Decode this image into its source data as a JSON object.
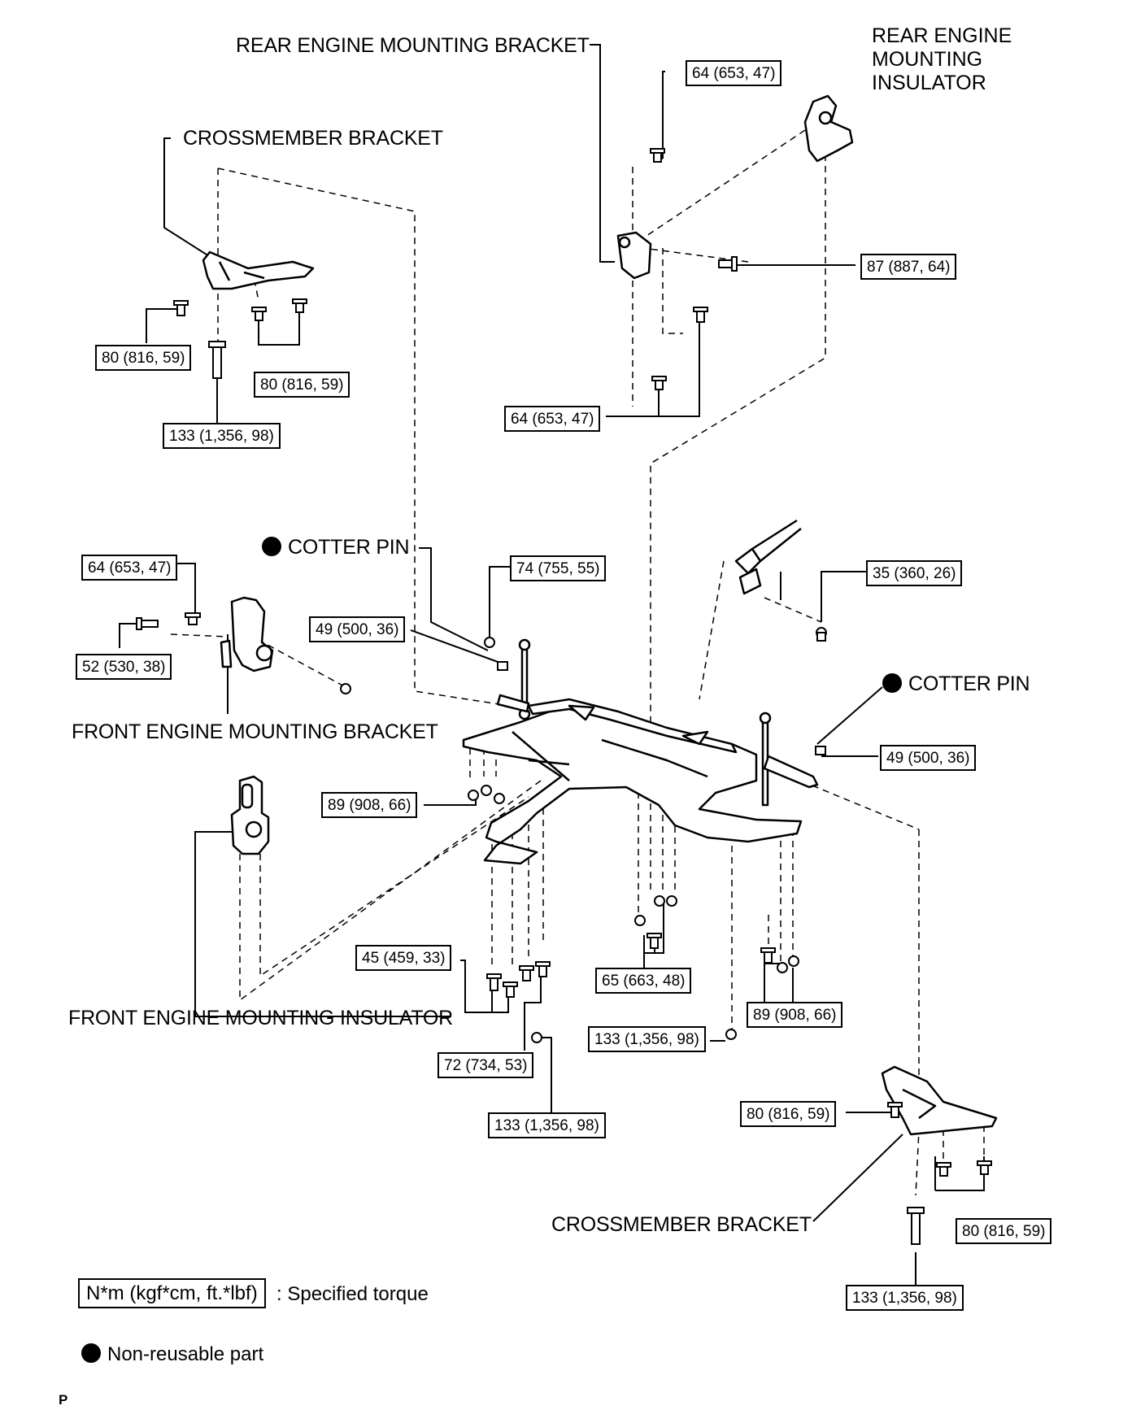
{
  "labels": {
    "rear_engine_mounting_bracket": "REAR ENGINE MOUNTING BRACKET",
    "rear_engine_mounting_insulator": [
      "REAR ENGINE",
      "MOUNTING",
      "INSULATOR"
    ],
    "crossmember_bracket_top": "CROSSMEMBER BRACKET",
    "cotter_pin_left": "COTTER PIN",
    "cotter_pin_right": "COTTER PIN",
    "front_engine_mounting_bracket": "FRONT ENGINE MOUNTING BRACKET",
    "front_engine_mounting_insulator": "FRONT ENGINE MOUNTING INSULATOR",
    "crossmember_bracket_bottom": "CROSSMEMBER BRACKET"
  },
  "torques": {
    "t_rear_bracket_top": "64 (653, 47)",
    "t_rear_bracket_side": "87 (887, 64)",
    "t_rear_bracket_bottom": "64 (653, 47)",
    "t_cm_top_left": "80 (816, 59)",
    "t_cm_top_right": "80 (816, 59)",
    "t_cm_top_bolt": "133 (1,356, 98)",
    "t_front_bracket_top": "64 (653, 47)",
    "t_front_bracket_bolt": "52 (530, 38)",
    "t_stab_link": "74 (755, 55)",
    "t_tie_rod_left": "49 (500, 36)",
    "t_steering_joint": "35 (360, 26)",
    "t_tie_rod_right": "49 (500, 36)",
    "t_crossmember_left": "89 (908, 66)",
    "t_member_45": "45 (459, 33)",
    "t_member_65": "65 (663, 48)",
    "t_member_89_right": "89 (908, 66)",
    "t_member_133_center": "133 (1,356, 98)",
    "t_member_72": "72 (734, 53)",
    "t_member_133_bottom": "133 (1,356, 98)",
    "t_cm_bottom_left": "80 (816, 59)",
    "t_cm_bottom_right": "80 (816, 59)",
    "t_cm_bottom_bolt": "133 (1,356, 98)"
  },
  "legend": {
    "unit_box": "N*m (kgf*cm, ft.*lbf)",
    "unit_text": ": Specified torque",
    "nonreusable": "Non-reusable part"
  },
  "corner_mark": "P"
}
